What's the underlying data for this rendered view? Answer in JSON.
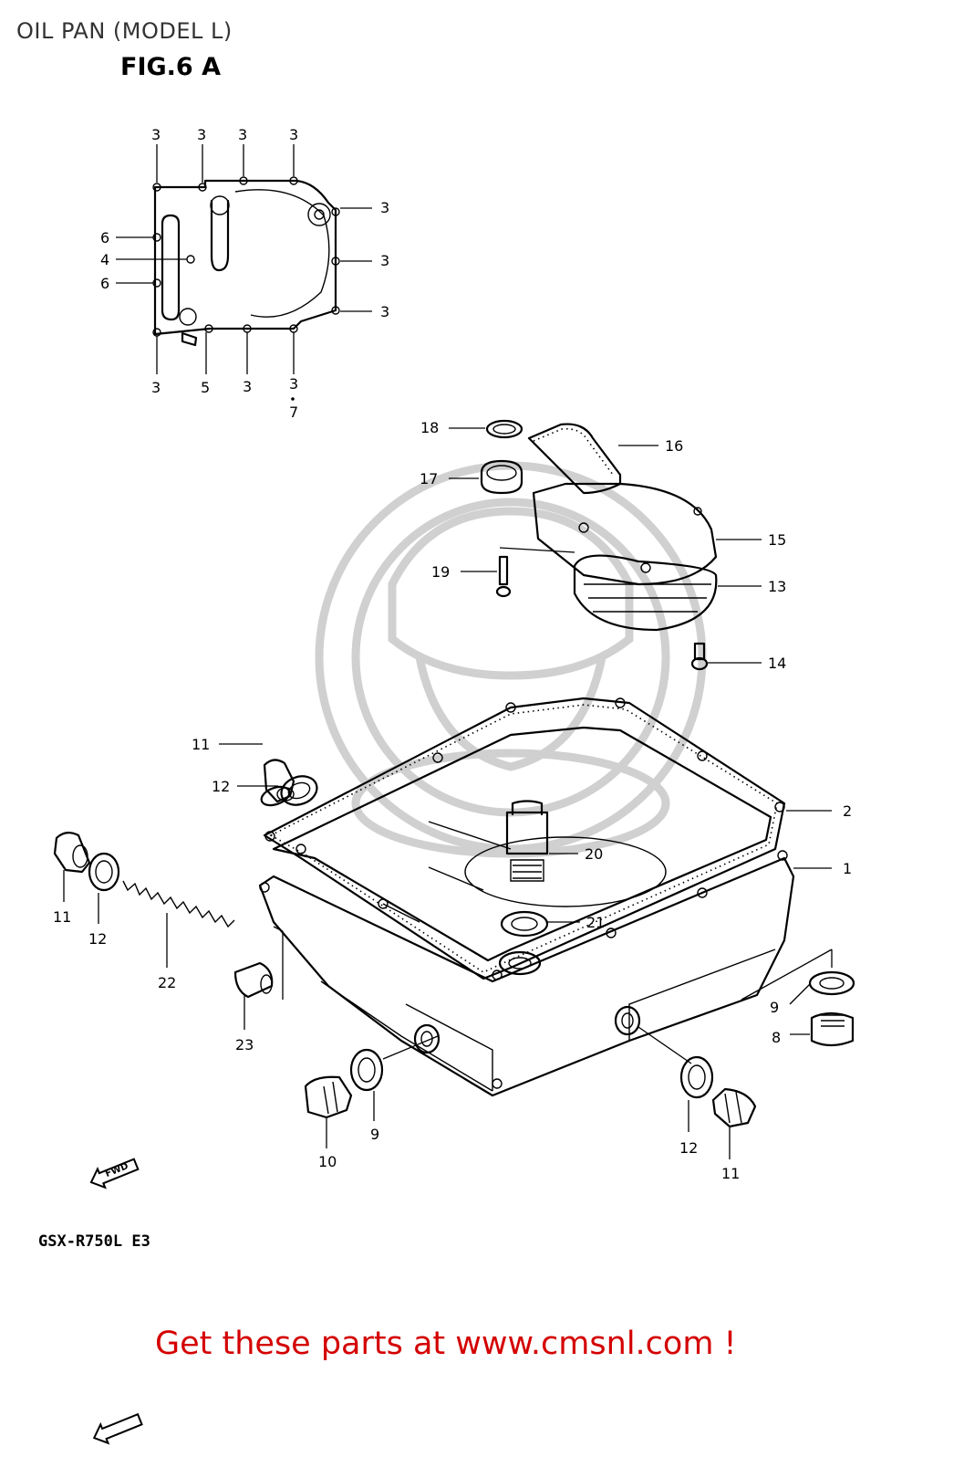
{
  "header": {
    "title": "OIL PAN (MODEL L)",
    "figure": "FIG.6 A"
  },
  "footer": {
    "model_code": "GSX-R750L E3",
    "cta": "Get these parts at www.cmsnl.com !"
  },
  "fwd_label": "FWD",
  "callouts": {
    "c3a": "3",
    "c3b": "3",
    "c3c": "3",
    "c3d": "3",
    "c3e": "3",
    "c3f": "3",
    "c3g": "3",
    "c3h": "3",
    "c3i": "3",
    "c3j": "3",
    "c6a": "6",
    "c4": "4",
    "c6b": "6",
    "c5": "5",
    "c7": "7",
    "c18": "18",
    "c16": "16",
    "c17": "17",
    "c15": "15",
    "c19": "19",
    "c13": "13",
    "c14": "14",
    "c11a": "11",
    "c12a": "12",
    "c2": "2",
    "c20": "20",
    "c1": "1",
    "c11b": "11",
    "c12b": "12",
    "c22": "22",
    "c21": "21",
    "c23": "23",
    "c9a": "9",
    "c8": "8",
    "c10": "10",
    "c9b": "9",
    "c12c": "12",
    "c11c": "11"
  }
}
